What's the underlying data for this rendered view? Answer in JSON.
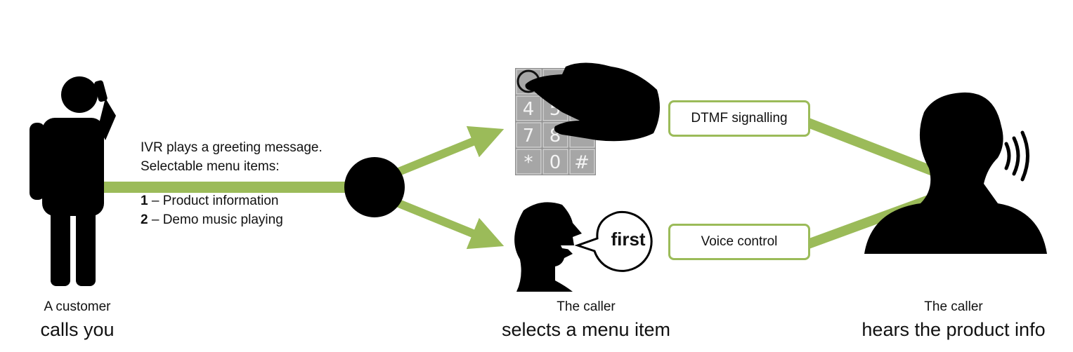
{
  "colors": {
    "accent": "#9bbb59",
    "silhouette": "#000000",
    "keypad": "#a6a6a6"
  },
  "ivr": {
    "greeting": "IVR plays a greeting message.",
    "menu_intro": "Selectable menu items:",
    "items": [
      {
        "num": "1",
        "label": " – Product information"
      },
      {
        "num": "2",
        "label": " – Demo music playing"
      }
    ]
  },
  "keypad": {
    "keys": [
      "4",
      "5",
      "7",
      "8",
      "*",
      "0",
      "#"
    ]
  },
  "speech_bubble": "first",
  "methods": {
    "dtmf": "DTMF signalling",
    "voice": "Voice control"
  },
  "steps": [
    {
      "caption": "A customer",
      "action": "calls you"
    },
    {
      "caption": "The caller",
      "action": "selects a menu item"
    },
    {
      "caption": "The caller",
      "action": "hears the product info"
    }
  ]
}
